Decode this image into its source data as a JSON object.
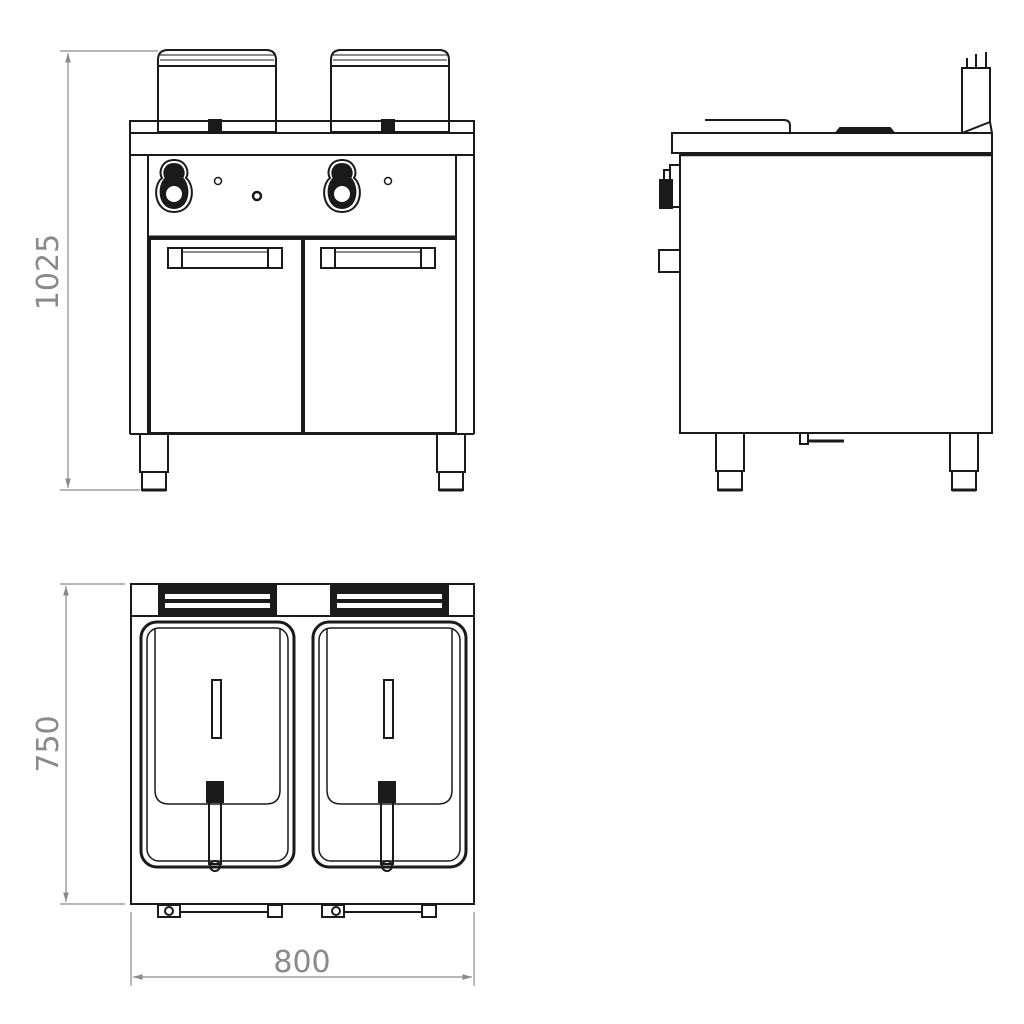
{
  "drawing": {
    "views": [
      "front-view",
      "side-view",
      "top-view"
    ],
    "dimensions": {
      "height": "1025",
      "depth": "750",
      "width": "800"
    },
    "colors": {
      "line": "#1a1a1a",
      "dimension": "#8a8a8a",
      "background": "#ffffff"
    }
  }
}
